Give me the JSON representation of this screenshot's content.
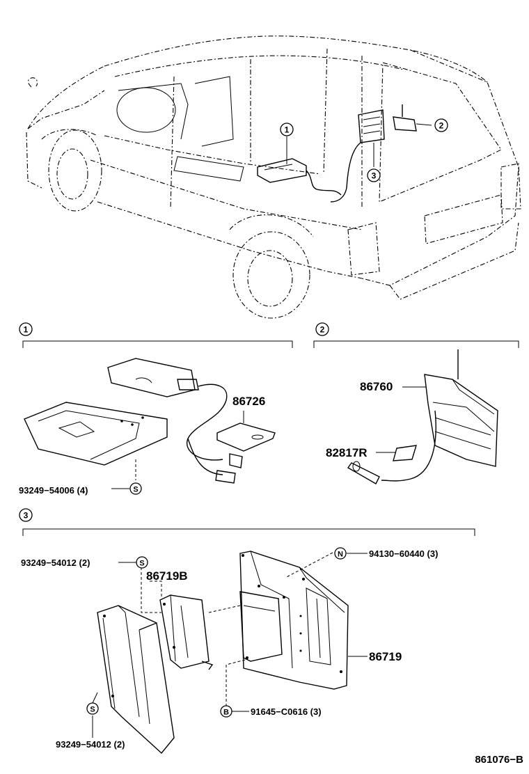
{
  "callouts": {
    "c1": "1",
    "c2": "2",
    "c3": "3"
  },
  "section1": {
    "marker": "1",
    "part_86726": "86726",
    "part_93249_54006": "93249−54006 (4)",
    "symbol_s": "S"
  },
  "section2": {
    "marker": "2",
    "part_86760": "86760",
    "part_82817R": "82817R"
  },
  "section3": {
    "marker": "3",
    "part_93249_54012_top": "93249−54012 (2)",
    "part_86719B": "86719B",
    "part_94130_60440": "94130−60440 (3)",
    "part_86719": "86719",
    "part_91645_C0616": "91645−C0616 (3)",
    "part_93249_54012_bottom": "93249−54012 (2)",
    "symbol_s_top": "S",
    "symbol_n": "N",
    "symbol_b": "B",
    "symbol_s_bottom": "S"
  },
  "diagram_code": "861076−B"
}
